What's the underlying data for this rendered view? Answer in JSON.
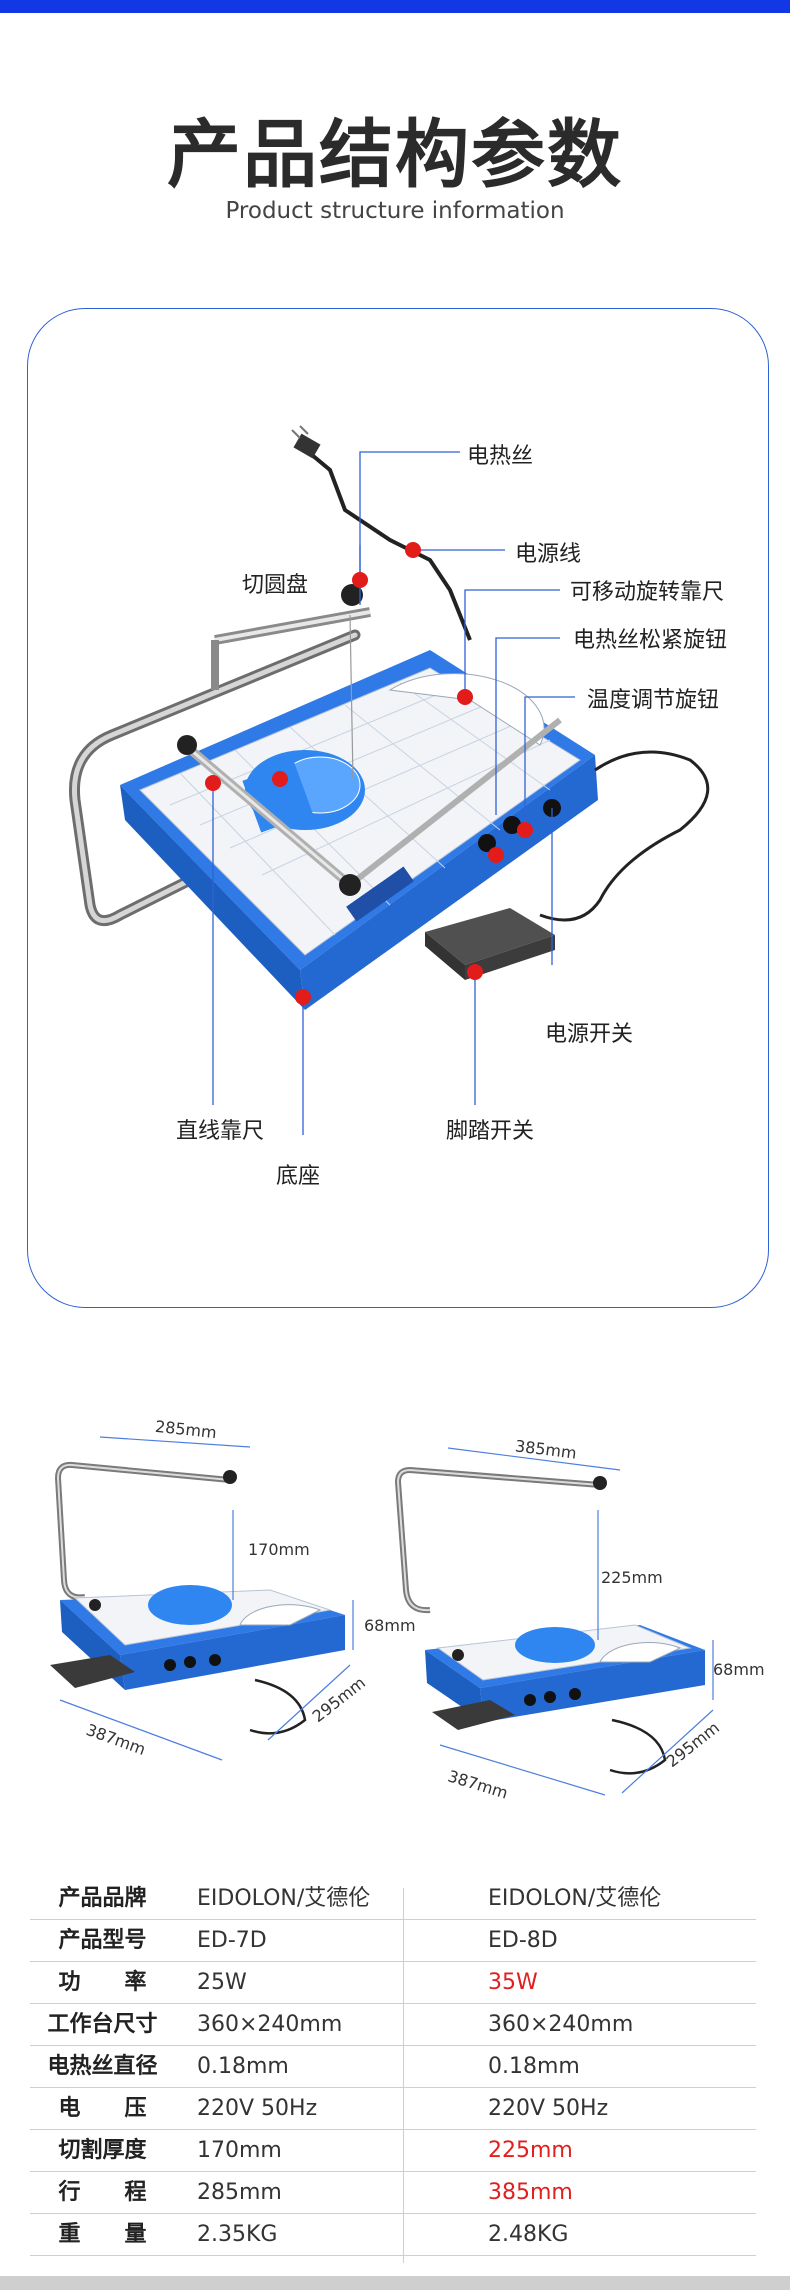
{
  "header": {
    "accent_color": "#1238e6",
    "title": "产品结构参数",
    "subtitle": "Product structure information"
  },
  "diagram": {
    "callouts": {
      "heating_wire": "电热丝",
      "power_cord": "电源线",
      "circle_cutter": "切圆盘",
      "movable_rotating_ruler": "可移动旋转靠尺",
      "wire_tension_knob": "电热丝松紧旋钮",
      "temperature_knob": "温度调节旋钮",
      "power_switch": "电源开关",
      "straight_ruler": "直线靠尺",
      "foot_switch": "脚踏开关",
      "base": "底座"
    },
    "marker_color": "#e21b1b",
    "leader_color": "#2f62d6"
  },
  "dimensions": {
    "left": {
      "width": "285mm",
      "height": "170mm",
      "base_height": "68mm",
      "depth": "295mm",
      "length": "387mm"
    },
    "right": {
      "width": "385mm",
      "height": "225mm",
      "base_height": "68mm",
      "depth": "295mm",
      "length": "387mm"
    }
  },
  "specs": [
    {
      "key": "产品品牌",
      "a": "EIDOLON/艾德伦",
      "b": "EIDOLON/艾德伦",
      "b_highlight": false
    },
    {
      "key": "产品型号",
      "a": "ED-7D",
      "b": "ED-8D",
      "b_highlight": false
    },
    {
      "key": "功　　率",
      "a": "25W",
      "b": "35W",
      "b_highlight": true
    },
    {
      "key": "工作台尺寸",
      "a": "360×240mm",
      "b": "360×240mm",
      "b_highlight": false
    },
    {
      "key": "电热丝直径",
      "a": "0.18mm",
      "b": "0.18mm",
      "b_highlight": false
    },
    {
      "key": "电　　压",
      "a": "220V 50Hz",
      "b": "220V 50Hz",
      "b_highlight": false
    },
    {
      "key": "切割厚度",
      "a": "170mm",
      "b": "225mm",
      "b_highlight": true
    },
    {
      "key": "行　　程",
      "a": "285mm",
      "b": "385mm",
      "b_highlight": true
    },
    {
      "key": "重　　量",
      "a": "2.35KG",
      "b": "2.48KG",
      "b_highlight": false
    }
  ]
}
